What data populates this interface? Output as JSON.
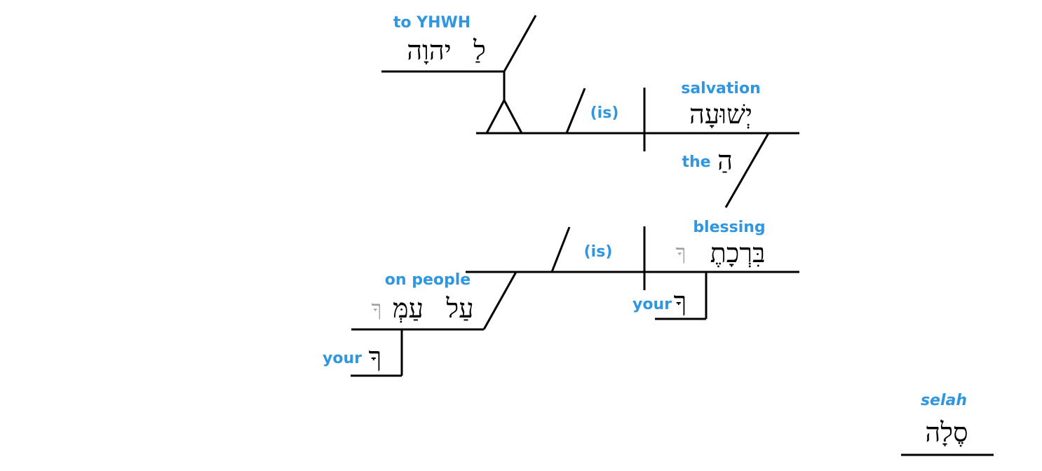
{
  "colors": {
    "gloss": "#2f96e0",
    "hebrew": "#000000",
    "faded": "#9e9e9e",
    "line": "#000000"
  },
  "clause1": {
    "subject": {
      "gloss": "salvation",
      "hebrew": "יְשׁוּעָה"
    },
    "article": {
      "gloss": "the",
      "hebrew": "הַ"
    },
    "copula": {
      "gloss": "(is)"
    },
    "predicate": {
      "preposition": "לַ",
      "object": "יהוָה",
      "gloss": "to YHWH"
    }
  },
  "clause2": {
    "subject": {
      "gloss": "blessing",
      "hebrew": "בִּרְכָתֶ",
      "faded_suffix": "ךָ"
    },
    "possessive": {
      "gloss": "your",
      "hebrew": "ךָ"
    },
    "copula": {
      "gloss": "(is)"
    },
    "predicate": {
      "preposition": "עַל",
      "object": "עַמְּ",
      "faded_suffix": "ךָ",
      "gloss": "on people",
      "possessive": {
        "gloss": "your",
        "hebrew": "ךָ"
      }
    }
  },
  "interjection": {
    "gloss": "selah",
    "hebrew": "סֶלָה"
  }
}
